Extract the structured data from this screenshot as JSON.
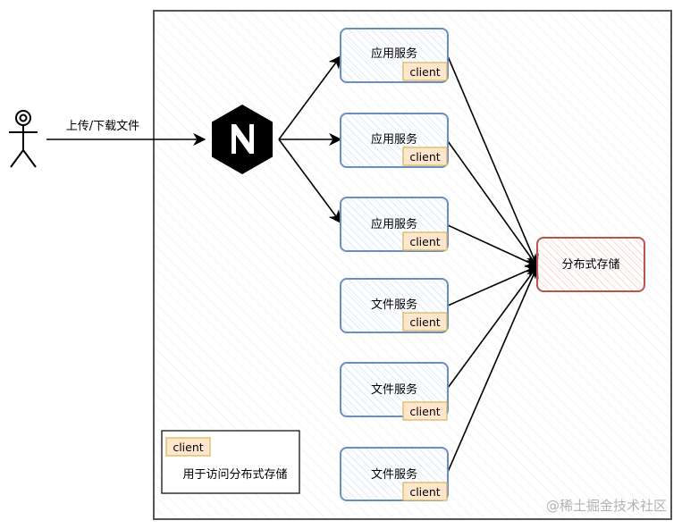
{
  "actor": {
    "edge_label": "上传/下载文件",
    "icon": "stick-figure-user"
  },
  "gateway": {
    "icon": "nginx-logo",
    "logo_letter": "N"
  },
  "services": [
    {
      "label": "应用服务",
      "badge": "client"
    },
    {
      "label": "应用服务",
      "badge": "client"
    },
    {
      "label": "应用服务",
      "badge": "client"
    },
    {
      "label": "文件服务",
      "badge": "client"
    },
    {
      "label": "文件服务",
      "badge": "client"
    },
    {
      "label": "文件服务",
      "badge": "client"
    }
  ],
  "storage": {
    "label": "分布式存储"
  },
  "legend": {
    "badge": "client",
    "description": "用于访问分布式存储"
  },
  "watermark": "@稀土掘金技术社区",
  "colors": {
    "service_border": "#6c8ebf",
    "service_hatch": "#dae8fc",
    "storage_border": "#b85450",
    "storage_hatch": "#f8cecc",
    "badge_fill": "#ffe6cc",
    "badge_border": "#d6b656",
    "frame": "#555555"
  }
}
